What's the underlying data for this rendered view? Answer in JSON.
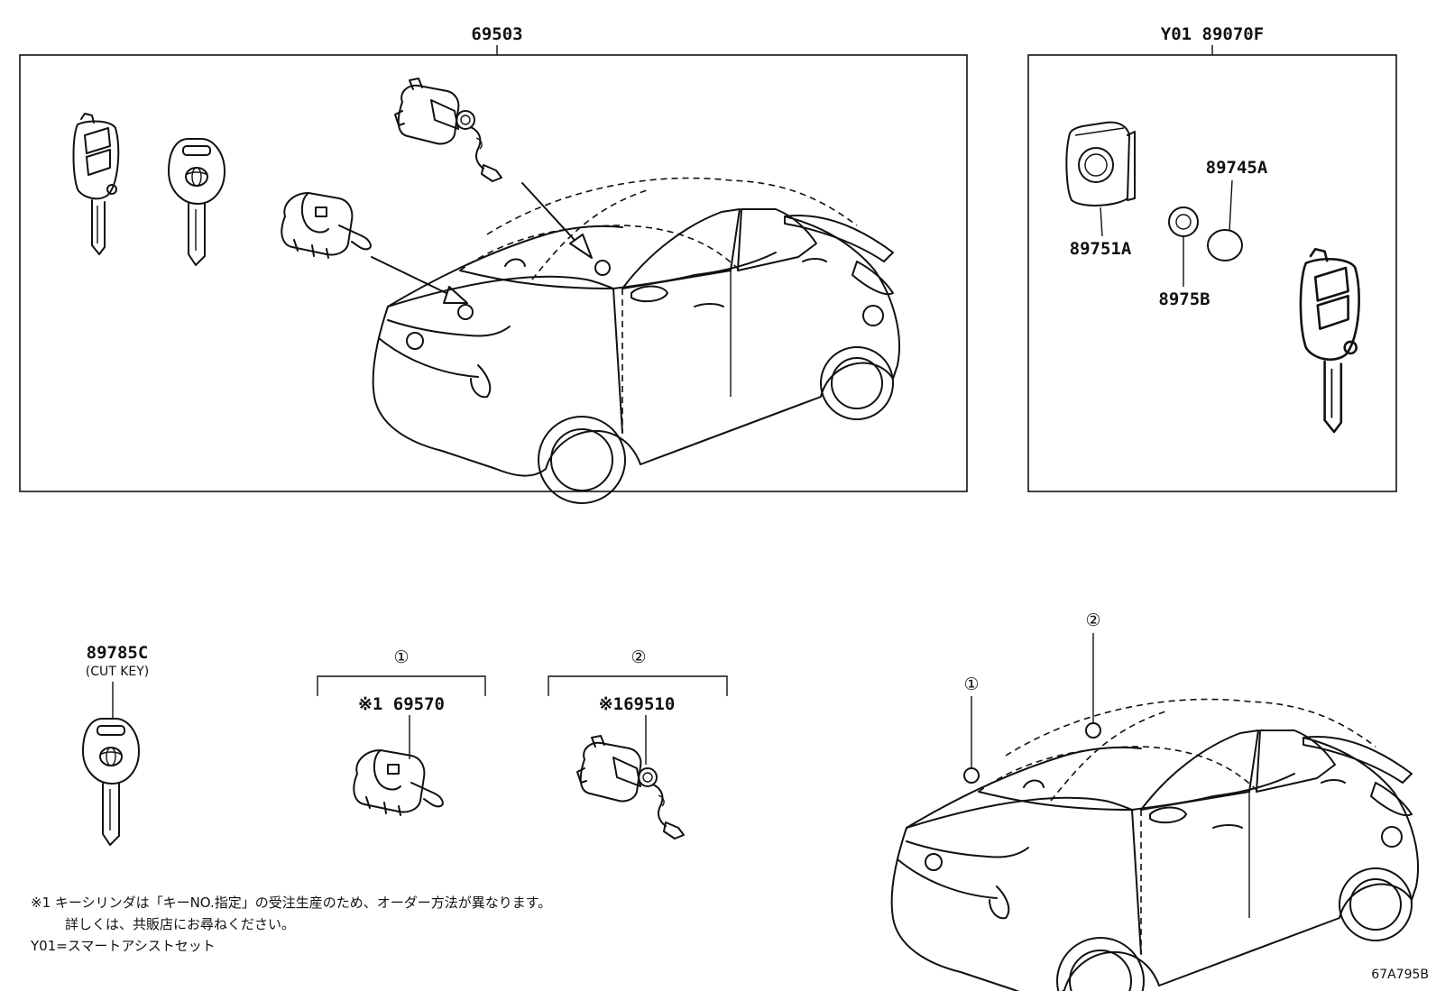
{
  "groups": {
    "main": {
      "label": "69503"
    },
    "smart": {
      "label": "Y01 89070F"
    }
  },
  "parts": {
    "p89745A": "89745A",
    "p89751A": "89751A",
    "p8975B": "8975B",
    "p89785C": "89785C",
    "cut_key": "(CUT KEY)",
    "p69570": "※1 69570",
    "p69510": "※169510"
  },
  "callouts": {
    "c1": "①",
    "c2": "②"
  },
  "notes": {
    "line1": "※1  キーシリンダは「キーNO.指定」の受注生産のため、オーダー方法が異なります。",
    "line2": "詳しくは、共販店にお尋ねください。",
    "line3": "Y01=スマートアシストセット"
  },
  "diagram_code": "67A795B"
}
